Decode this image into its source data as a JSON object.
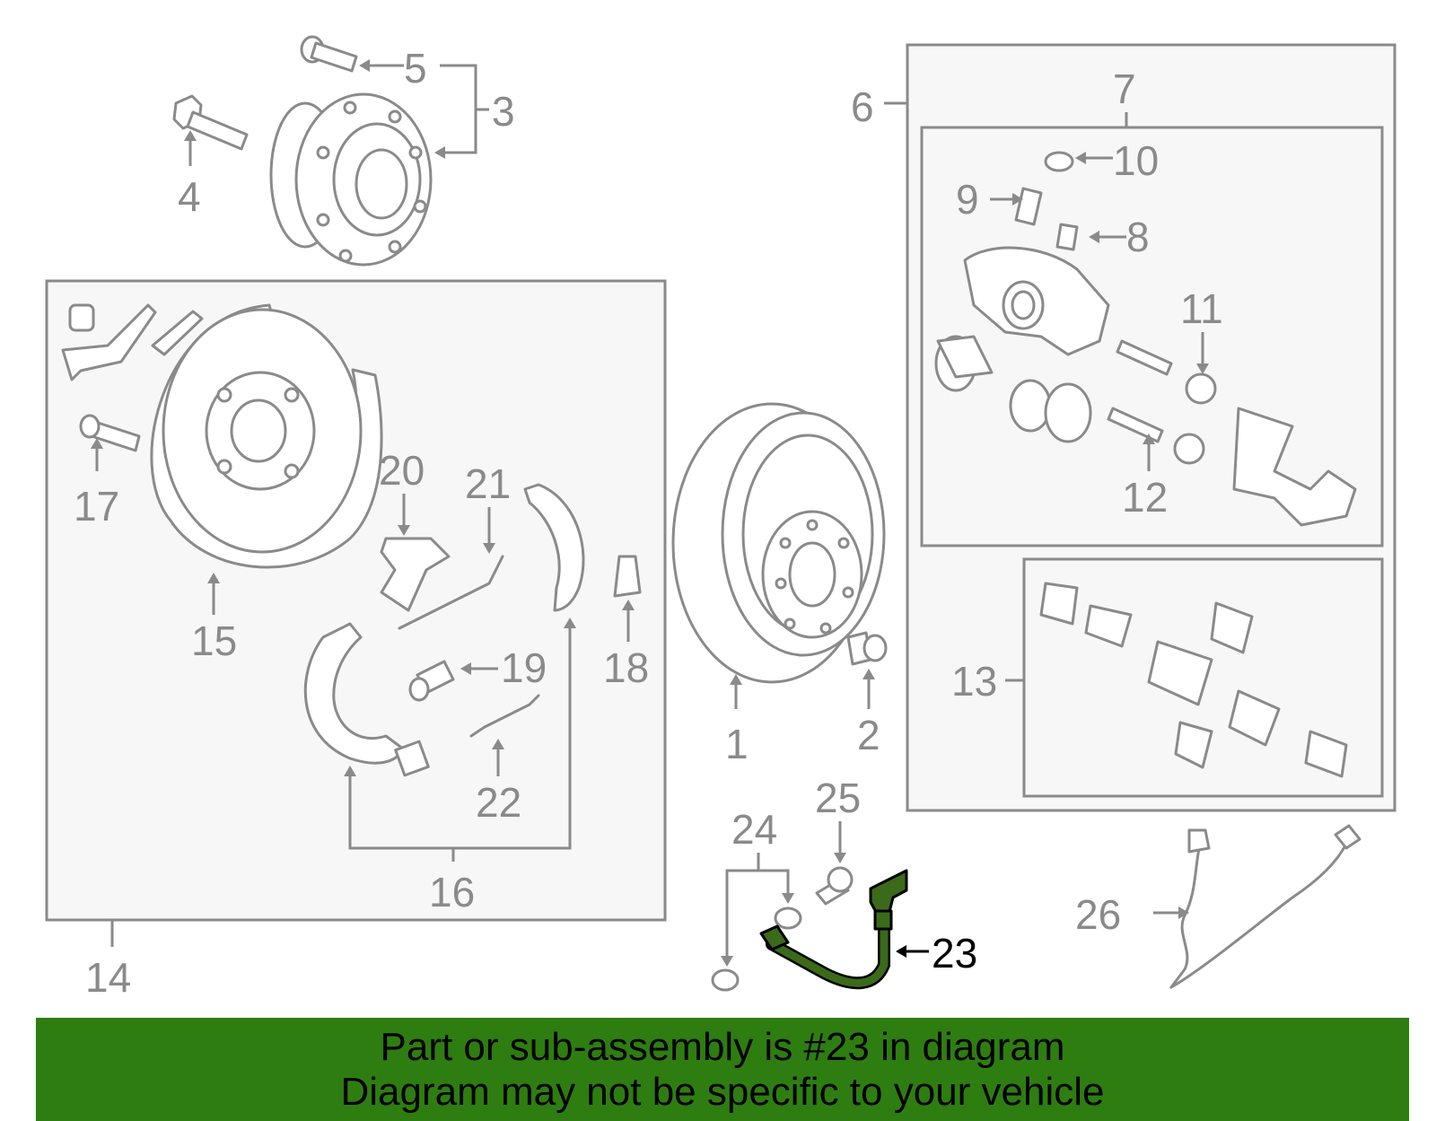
{
  "labels": {
    "p1": "1",
    "p2": "2",
    "p3": "3",
    "p4": "4",
    "p5": "5",
    "p6": "6",
    "p7": "7",
    "p8": "8",
    "p9": "9",
    "p10": "10",
    "p11": "11",
    "p12": "12",
    "p13": "13",
    "p14": "14",
    "p15": "15",
    "p16": "16",
    "p17": "17",
    "p18": "18",
    "p19": "19",
    "p20": "20",
    "p21": "21",
    "p22": "22",
    "p23": "23",
    "p24": "24",
    "p25": "25",
    "p26": "26"
  },
  "highlight": {
    "part_number": "23",
    "color": "#2e7d11"
  },
  "banner": {
    "line1": "Part or sub-assembly is #23 in diagram",
    "line2": "Diagram may not be specific to your vehicle"
  }
}
